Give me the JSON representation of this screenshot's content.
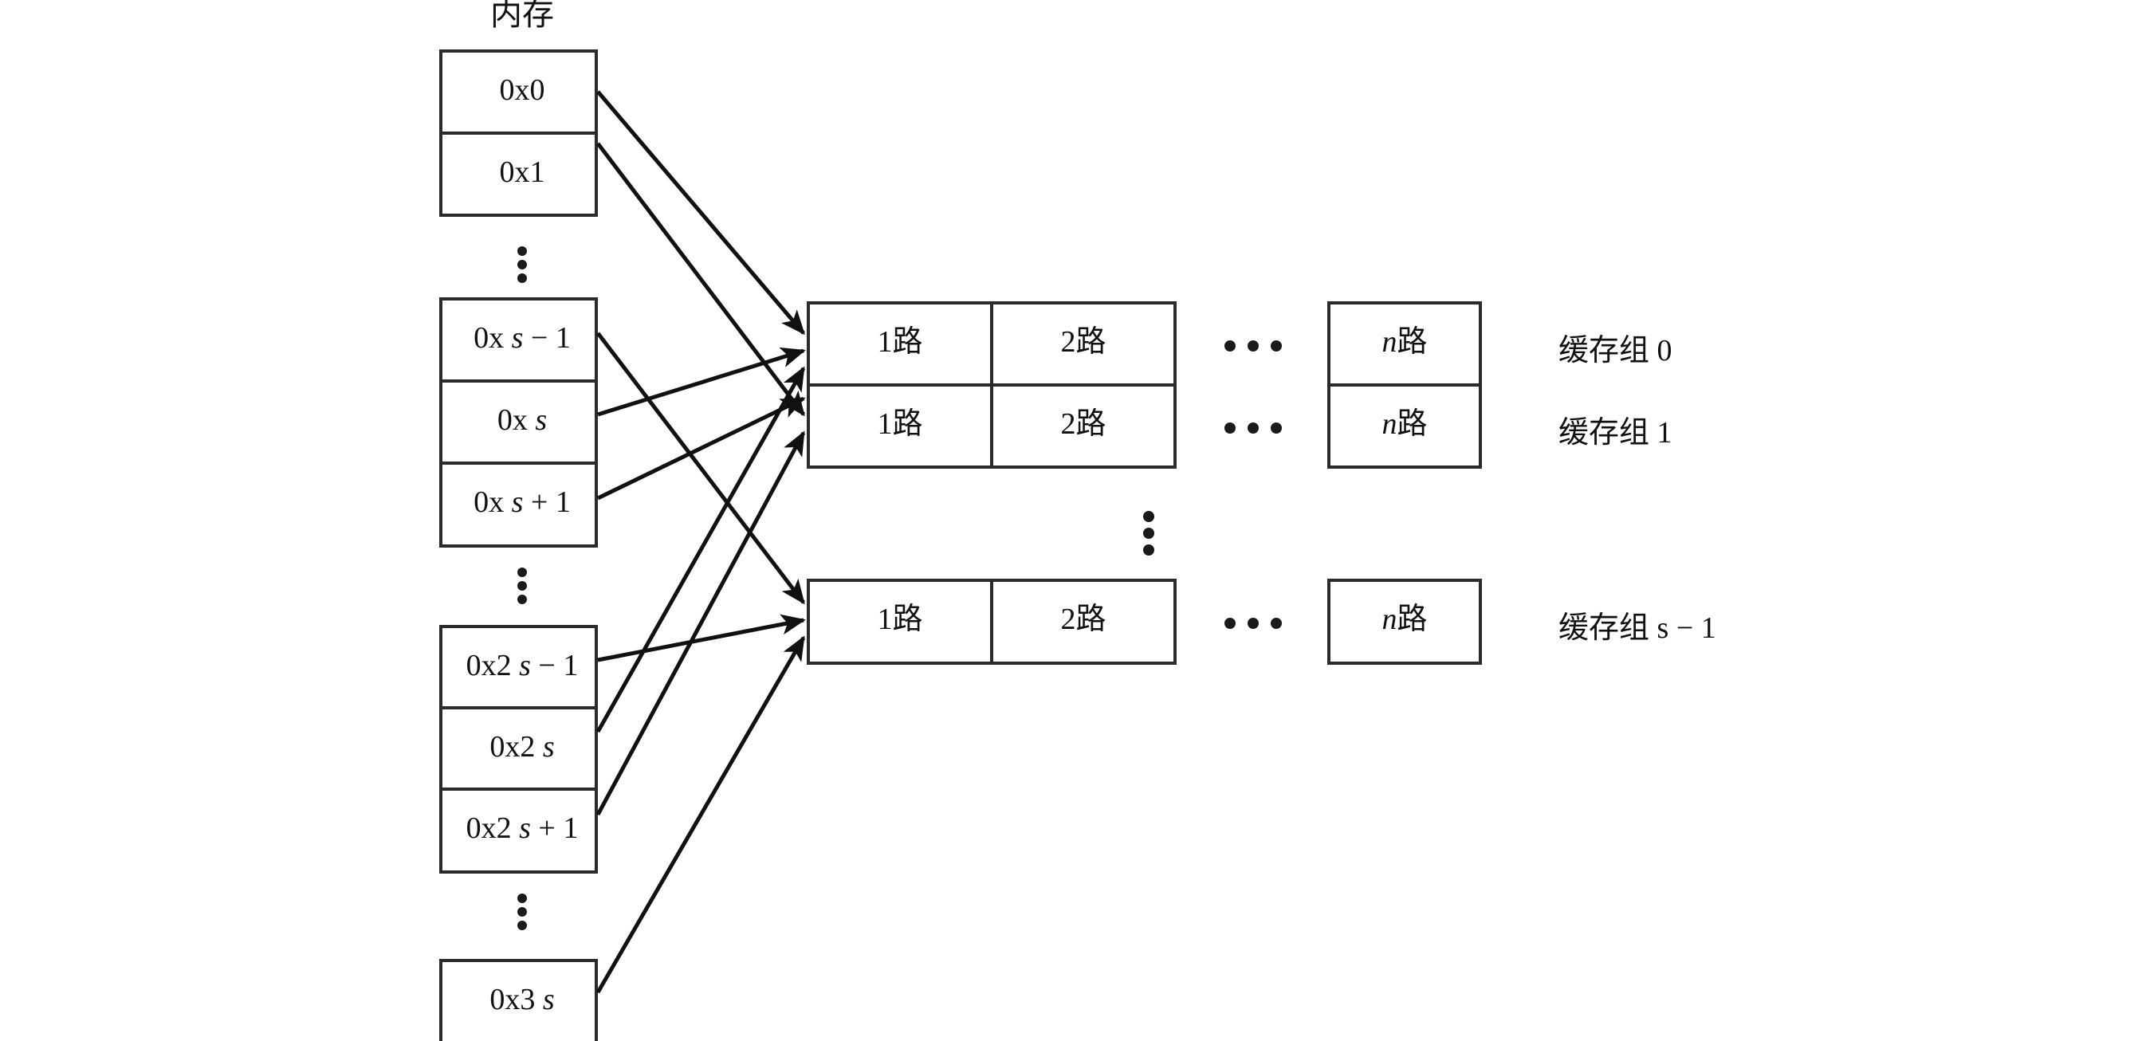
{
  "figure": {
    "title": "内存",
    "background_color": "#ffffff",
    "line_color": "#2b2b2b",
    "arrow_color": "#111111",
    "text_color": "#111111"
  },
  "memory": {
    "label": "内存",
    "groups": [
      {
        "name": "memory-group-0",
        "cells": [
          {
            "name": "memory-cell-0x0",
            "prefix": "0x0",
            "var": "",
            "suffix": ""
          },
          {
            "name": "memory-cell-0x1",
            "prefix": "0x1",
            "var": "",
            "suffix": ""
          }
        ]
      },
      {
        "name": "memory-group-1",
        "cells": [
          {
            "name": "memory-cell-0xs-minus-1",
            "prefix": "0x ",
            "var": "s",
            "suffix": " − 1"
          },
          {
            "name": "memory-cell-0xs",
            "prefix": "0x ",
            "var": "s",
            "suffix": ""
          },
          {
            "name": "memory-cell-0xs-plus-1",
            "prefix": "0x ",
            "var": "s",
            "suffix": " + 1"
          }
        ]
      },
      {
        "name": "memory-group-2",
        "cells": [
          {
            "name": "memory-cell-0x2s-minus-1",
            "prefix": "0x2 ",
            "var": "s",
            "suffix": " − 1"
          },
          {
            "name": "memory-cell-0x2s",
            "prefix": "0x2 ",
            "var": "s",
            "suffix": ""
          },
          {
            "name": "memory-cell-0x2s-plus-1",
            "prefix": "0x2 ",
            "var": "s",
            "suffix": " + 1"
          }
        ]
      },
      {
        "name": "memory-group-3",
        "cells": [
          {
            "name": "memory-cell-0x3s",
            "prefix": "0x3 ",
            "var": "s",
            "suffix": ""
          }
        ]
      }
    ]
  },
  "cache": {
    "way_labels": {
      "way1": {
        "prefix": "1",
        "var": "",
        "suffix": "路"
      },
      "way2": {
        "prefix": "2",
        "var": "",
        "suffix": "路"
      },
      "wayn": {
        "prefix": "",
        "var": "n",
        "suffix": "路"
      }
    },
    "ellipsis_horizontal": "•••",
    "rows": [
      {
        "name": "cache-set-row-0",
        "label": {
          "prefix": "缓存组 0",
          "var": "",
          "suffix": ""
        },
        "ways": [
          "1路",
          "2路",
          "n路"
        ]
      },
      {
        "name": "cache-set-row-1",
        "label": {
          "prefix": "缓存组 1",
          "var": "",
          "suffix": ""
        },
        "ways": [
          "1路",
          "2路",
          "n路"
        ]
      },
      {
        "name": "cache-set-row-last",
        "label": {
          "prefix": "缓存组 ",
          "var": "s",
          "suffix": " − 1"
        },
        "ways": [
          "1路",
          "2路",
          "n路"
        ]
      }
    ]
  },
  "ellipses": {
    "memory_vertical_1": "⋮",
    "memory_vertical_2": "⋮",
    "memory_vertical_3": "⋮",
    "cache_vertical": "⋮"
  }
}
